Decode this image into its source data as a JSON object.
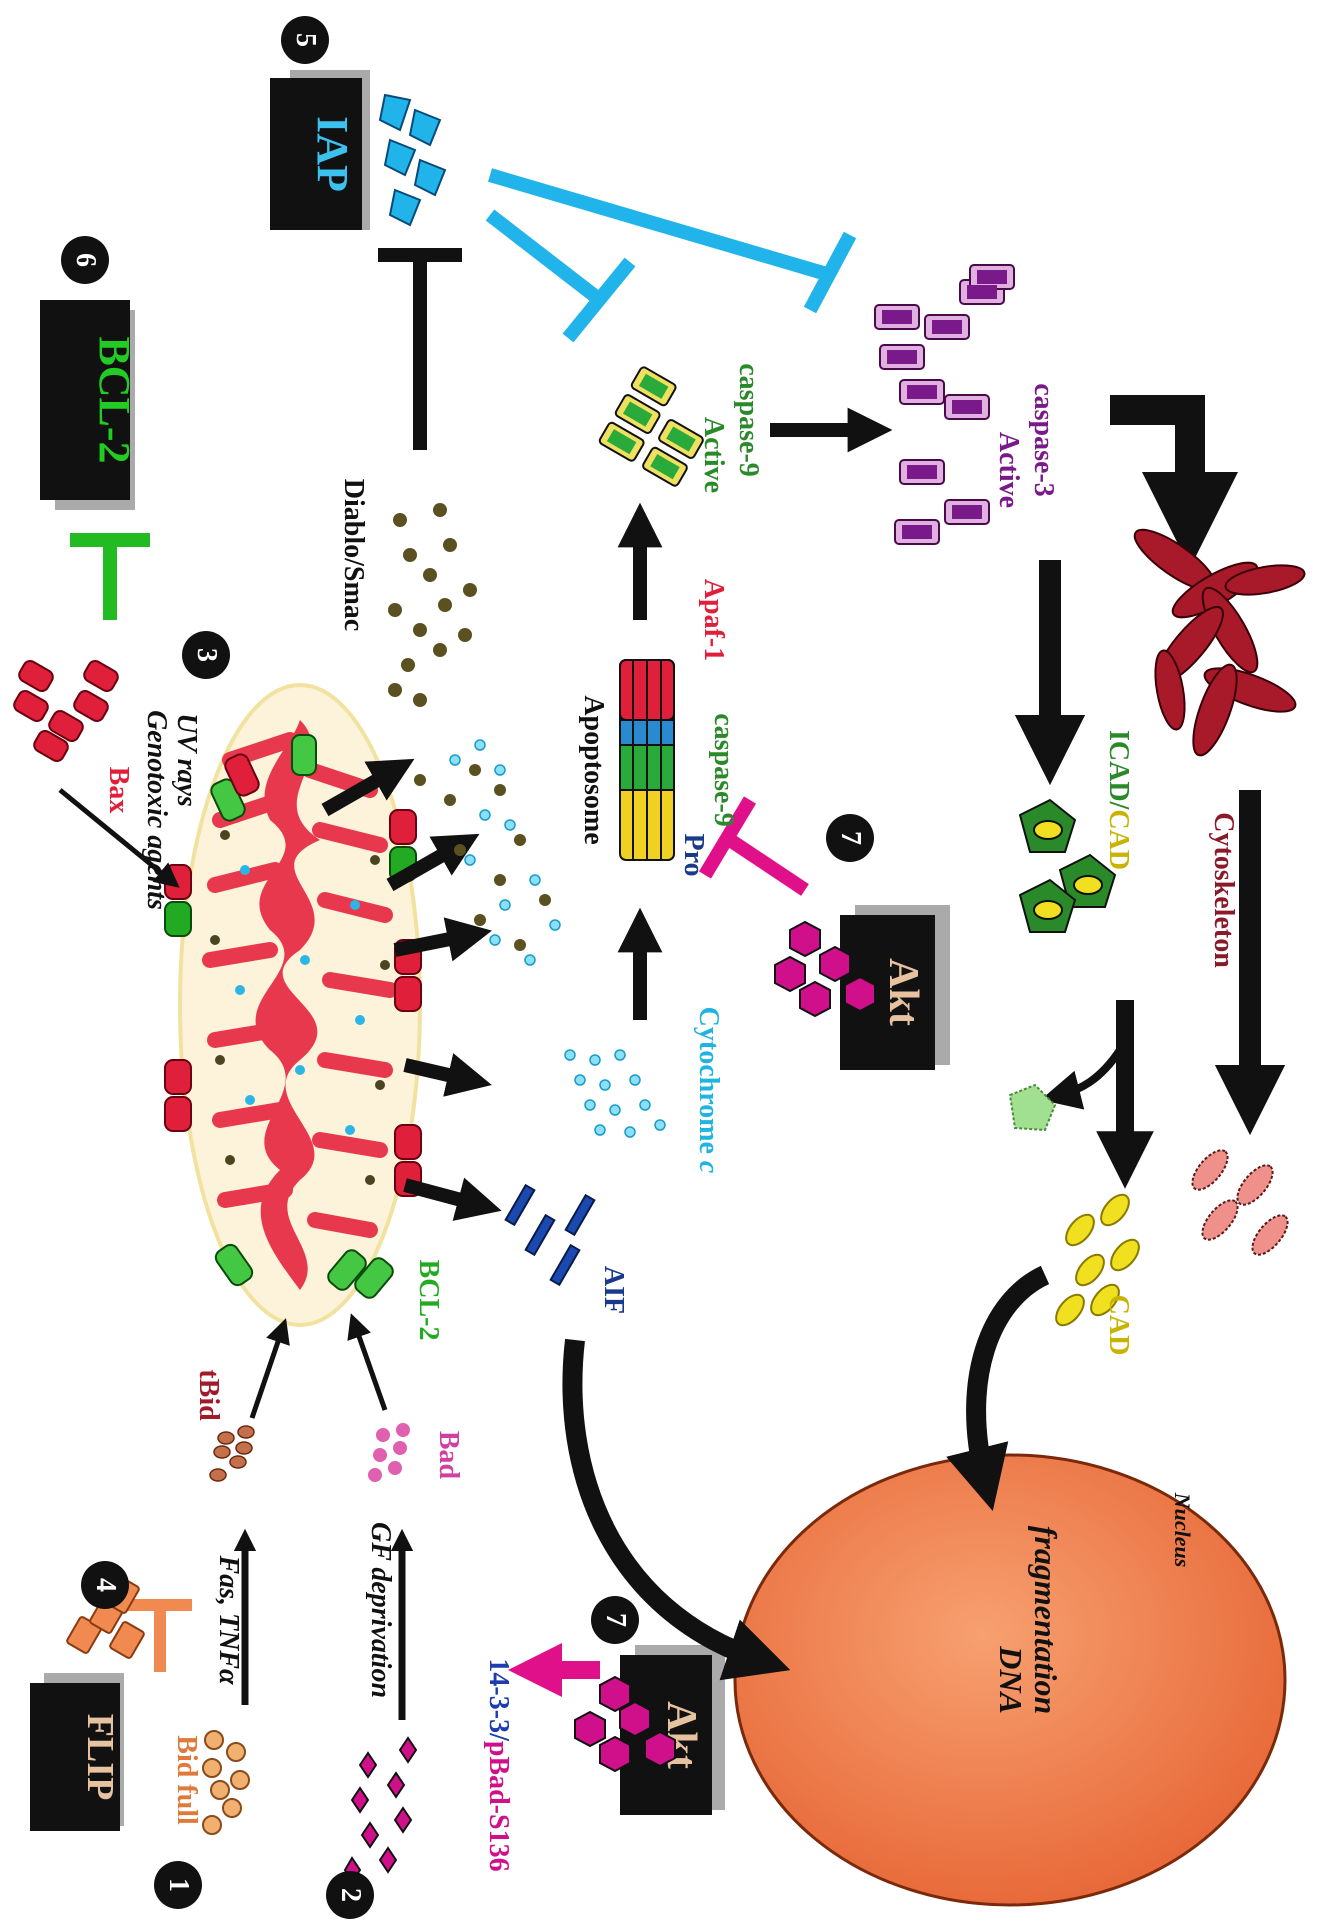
{
  "labels": {
    "flip": "FLIP",
    "bcl2_box": "BCL-2",
    "iap": "IAP",
    "akt": "Akt",
    "bid_full": "Bid full",
    "fas_tnf": "Fas, TNFα",
    "tbid": "tBid",
    "gf_deprivation": "GF deprivation",
    "bad": "Bad",
    "bcl2": "BCL-2",
    "aif": "AIF",
    "p1433": "14-3-3/",
    "pbad": "pBad-S136",
    "bax": "Bax",
    "genotoxic": "Genotoxic agents",
    "uv": "UV rays",
    "diablo": "Diablo/Smac",
    "cytochrome": "Cytochrome",
    "cytochrome_c": "c",
    "apoptosome": "Apoptosome",
    "pro": "Pro",
    "procasp9": "caspase-9",
    "apaf1": "Apaf-1",
    "active": "Active",
    "casp9": "caspase-9",
    "casp3": "caspase-3",
    "icad": "ICAD/",
    "cad_slash": "CAD",
    "cad": "CAD",
    "cytoskeleton": "Cytoskeleton",
    "dna": "DNA",
    "fragmentation": "fragmentation",
    "nucleus": "Nucleus"
  },
  "markers": [
    "1",
    "2",
    "3",
    "4",
    "5",
    "6",
    "7",
    "7"
  ],
  "colors": {
    "bid": "#e07a3a",
    "tbid": "#a01a2a",
    "bad": "#d040a0",
    "bcl2": "#22aa22",
    "aif": "#173a8a",
    "p1433": "#1c3cb0",
    "pbad": "#d0108a",
    "bax": "#e0203a",
    "diablo": "#4a4420",
    "cytochrome": "#20b4e0",
    "pro": "#1a3a8a",
    "casp9": "#2a8a2a",
    "apaf1": "#e0203a",
    "casp3": "#7a1a8a",
    "icad": "#2a8a2a",
    "cad": "#c8b400",
    "cytoskeleton": "#8a1a2a",
    "iap_inhibit": "#20b4ea",
    "bcl2_inhibit": "#22bb22",
    "flip_inhibit": "#f08a50",
    "akt_inhibit": "#e0108a"
  }
}
